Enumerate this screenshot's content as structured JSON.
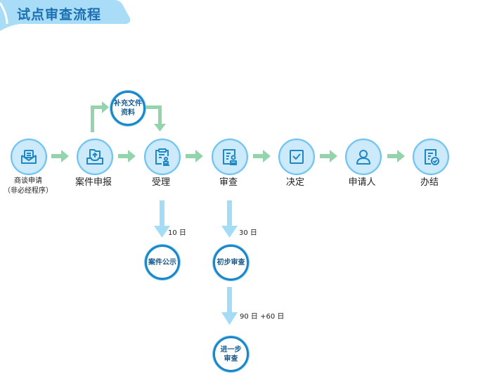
{
  "header": {
    "title": "试点审查流程"
  },
  "colors": {
    "main_arrow": "#94d4ac",
    "down_arrow": "#a4dcf6",
    "node_fill": "#cdeafb",
    "ring": "#1a86c8"
  },
  "main_steps": [
    {
      "id": "consult",
      "label": "商谈申请",
      "sublabel": "（非必经程序）",
      "icon": "envelope-icon"
    },
    {
      "id": "submit",
      "label": "案件申报",
      "icon": "folder-upload-icon"
    },
    {
      "id": "accept",
      "label": "受理",
      "icon": "clipboard-stamp-icon"
    },
    {
      "id": "review",
      "label": "审查",
      "icon": "document-stamp-icon"
    },
    {
      "id": "decision",
      "label": "决定",
      "icon": "checkbox-icon"
    },
    {
      "id": "applicant",
      "label": "申请人",
      "icon": "user-icon"
    },
    {
      "id": "complete",
      "label": "办结",
      "icon": "document-check-icon"
    }
  ],
  "supplement": {
    "line1": "补充文件",
    "line2": "资料"
  },
  "branches": {
    "publicity": {
      "days": "10 日",
      "label": "案件公示"
    },
    "preliminary": {
      "days": "30 日",
      "label": "初步审查"
    },
    "further": {
      "days": "90 日 +60 日",
      "line1": "进一步",
      "line2": "审查"
    }
  }
}
